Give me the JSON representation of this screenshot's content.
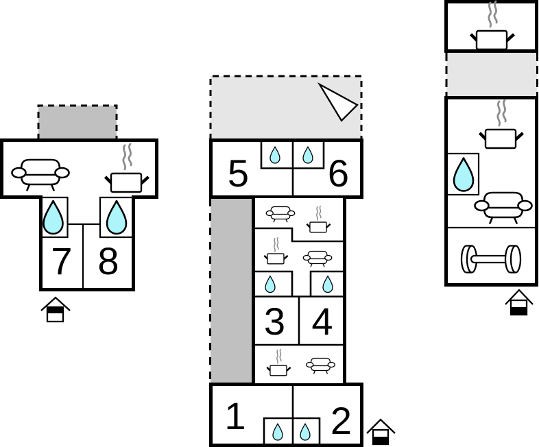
{
  "floorplan": {
    "left_building": {
      "room_labels": [
        "7",
        "8"
      ],
      "icons": {
        "living_room": [
          "sofa-icon",
          "cooking-pot-icon"
        ],
        "bathrooms": [
          "water-drop-icon",
          "water-drop-icon"
        ],
        "entrance": "entrance-icon"
      },
      "outdoor_area": "dashed-area-dark-grey"
    },
    "middle_building": {
      "room_labels": [
        "1",
        "2",
        "3",
        "4",
        "5",
        "6"
      ],
      "icons": {
        "orientation": "compass-arrow-icon",
        "bathrooms_top": [
          "water-drop-icon",
          "water-drop-icon"
        ],
        "living_room_upper": [
          "sofa-icon",
          "cooking-pot-icon"
        ],
        "living_room_middle": [
          "cooking-pot-icon",
          "sofa-icon"
        ],
        "bathrooms_middle": [
          "water-drop-icon",
          "water-drop-icon"
        ],
        "living_room_lower": [
          "cooking-pot-icon",
          "sofa-icon"
        ],
        "bathrooms_bottom": [
          "water-drop-icon",
          "water-drop-icon"
        ],
        "entrance": "entrance-icon"
      },
      "outdoor_areas": [
        "dashed-area-light-grey",
        "dashed-strip-dark-grey"
      ]
    },
    "right_building": {
      "room_labels": [],
      "icons": {
        "kitchen_top": [
          "cooking-pot-icon"
        ],
        "kitchen_main": [
          "cooking-pot-icon"
        ],
        "bathroom": [
          "water-drop-icon"
        ],
        "living_room": [
          "sofa-icon"
        ],
        "fitness_room": [
          "dumbbell-icon"
        ],
        "entrance": "entrance-icon"
      },
      "outdoor_area": "dashed-area-light-grey"
    }
  },
  "colors": {
    "wall": "#000000",
    "background": "#ffffff",
    "water": "#aef4fb",
    "terrace_dark": "#c0c0c0",
    "terrace_light": "#e6e6e6",
    "steam": "#8c8c8c"
  }
}
